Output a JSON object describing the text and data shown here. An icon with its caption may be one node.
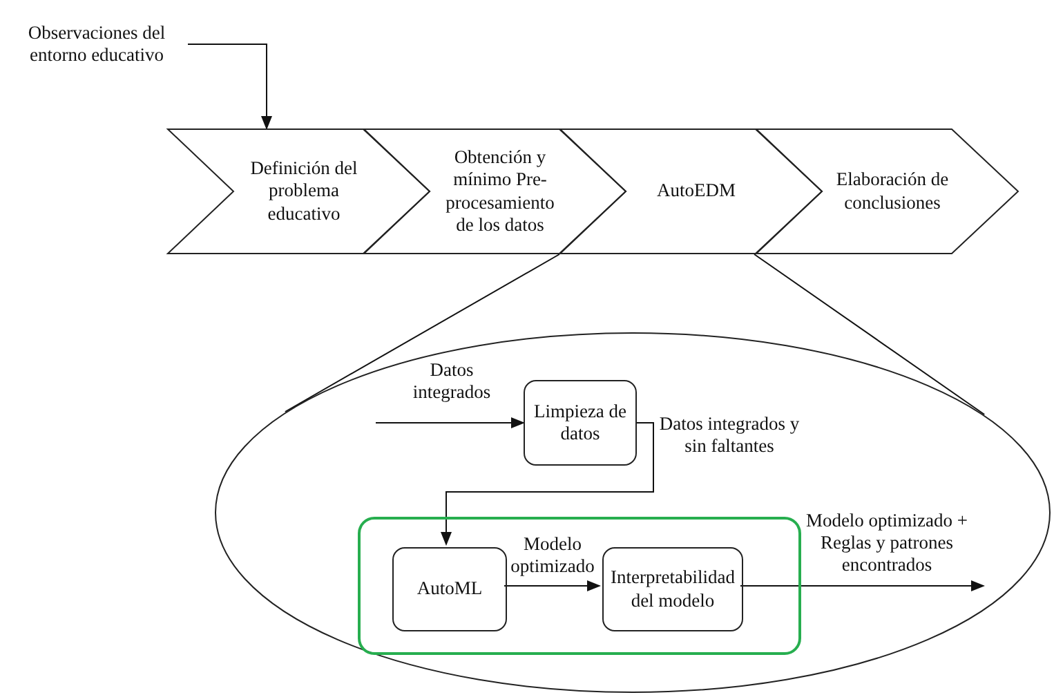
{
  "diagram": {
    "nodes": [
      {
        "text": [
          "Observaciones del entorno educativo"
        ]
      },
      {
        "text": [
          "Definición del problema educativo"
        ]
      },
      {
        "text": [
          "Obtención y mínimo Pre-procesamiento de los datos"
        ]
      },
      {
        "text": [
          "AutoEDM"
        ]
      },
      {
        "text": [
          "Elaboración de conclusiones"
        ]
      },
      {
        "text": [],
        "shape": "ellipse"
      },
      {
        "text": [],
        "shape": "box",
        "in": 5
      },
      {
        "text": [
          "Limpieza de datos"
        ],
        "in": 5
      },
      {
        "text": [
          "AutoML"
        ],
        "in": 6
      },
      {
        "text": [
          "Interpretabilidad del modelo"
        ],
        "in": 6
      }
    ],
    "edges": [
      {
        "from": 0,
        "to": 1,
        "arrow": "to"
      },
      {
        "from": 3,
        "to": 5,
        "arrow": "none"
      },
      {
        "from": 3,
        "to": 5,
        "arrow": "none"
      },
      {
        "from": null,
        "to": 7,
        "arrow": "to",
        "label": "Datos integrados"
      },
      {
        "from": 7,
        "to": 8,
        "arrow": "to",
        "label": "Datos integrados y sin faltantes"
      },
      {
        "from": 8,
        "to": 9,
        "arrow": "to",
        "label": "Modelo optimizado"
      },
      {
        "from": 9,
        "to": null,
        "arrow": "to",
        "label": "Modelo optimizado + Reglas y patrones encontrados"
      }
    ]
  }
}
